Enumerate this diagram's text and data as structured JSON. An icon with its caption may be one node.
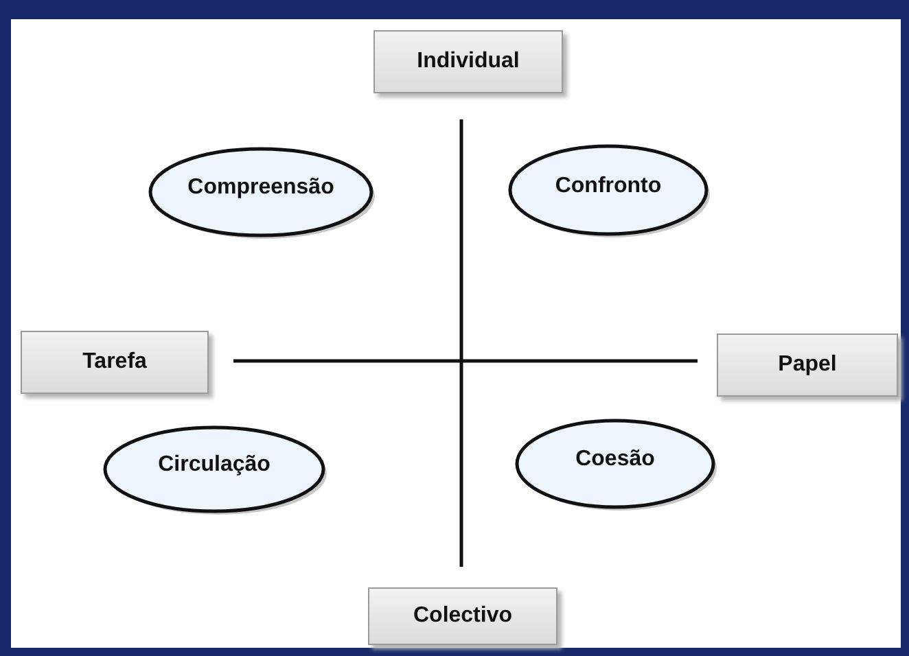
{
  "diagram": {
    "nodes": [
      {
        "text": [
          "Individual"
        ]
      },
      {
        "text": [
          "Compreensão"
        ]
      },
      {
        "text": [
          "Confronto"
        ]
      },
      {
        "text": [
          "Tarefa"
        ]
      },
      {
        "text": [
          "Papel"
        ]
      },
      {
        "text": [
          "Circulação"
        ]
      },
      {
        "text": [
          "Coesão"
        ]
      },
      {
        "text": [
          "Colectivo"
        ]
      }
    ],
    "edges": []
  }
}
